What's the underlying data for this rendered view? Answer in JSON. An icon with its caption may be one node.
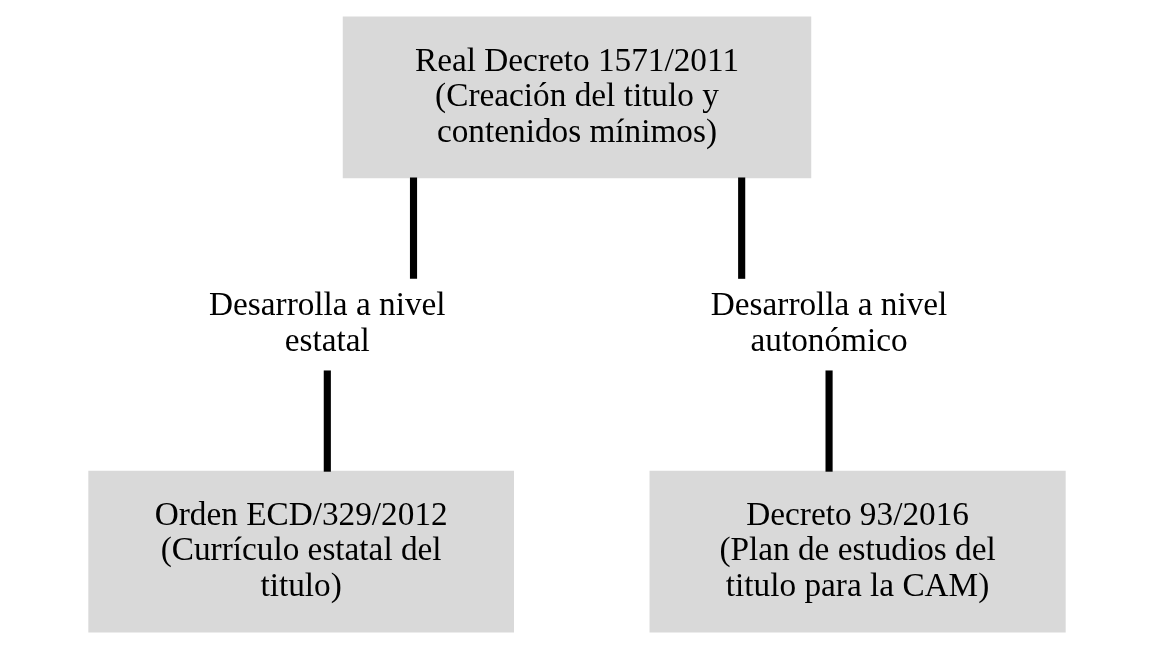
{
  "diagram": {
    "nodes": [
      {
        "text": [
          "Real Decreto 1571/2011",
          "(Creación del titulo y contenidos mínimos)"
        ]
      },
      {
        "text": [
          "Desarrolla a nivel estatal"
        ]
      },
      {
        "text": [
          "Orden ECD/329/2012",
          "(Currículo estatal del titulo)"
        ]
      },
      {
        "text": [
          "Desarrolla a nivel autonómico"
        ]
      },
      {
        "text": [
          "Decreto 93/2016",
          "(Plan de estudios del titulo para la CAM)"
        ]
      }
    ],
    "edges": [
      {
        "from": 0,
        "to": 1,
        "arrow": "none"
      },
      {
        "from": 0,
        "to": 3,
        "arrow": "none"
      },
      {
        "from": 1,
        "to": 2,
        "arrow": "none"
      },
      {
        "from": 3,
        "to": 4,
        "arrow": "none"
      }
    ]
  }
}
